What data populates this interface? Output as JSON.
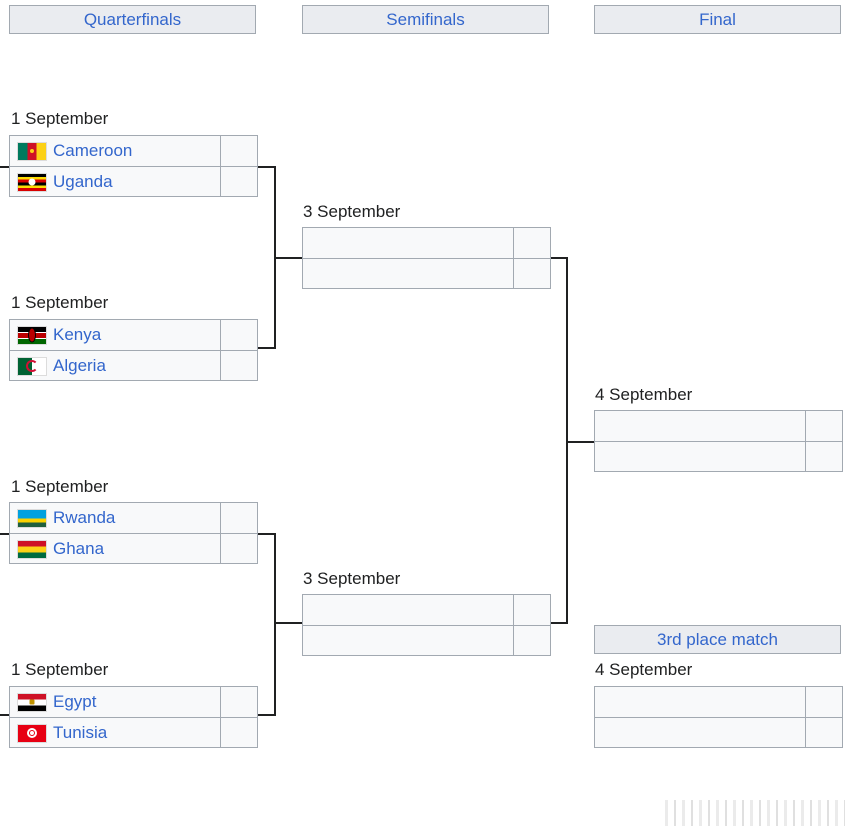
{
  "rounds": {
    "quarterfinals": "Quarterfinals",
    "semifinals": "Semifinals",
    "final": "Final",
    "third_place": "3rd place match"
  },
  "quarterfinals": [
    {
      "date": "1 September",
      "teams": [
        {
          "name": "Cameroon",
          "flag": "cameroon-flag-icon",
          "score": ""
        },
        {
          "name": "Uganda",
          "flag": "uganda-flag-icon",
          "score": ""
        }
      ]
    },
    {
      "date": "1 September",
      "teams": [
        {
          "name": "Kenya",
          "flag": "kenya-flag-icon",
          "score": ""
        },
        {
          "name": "Algeria",
          "flag": "algeria-flag-icon",
          "score": ""
        }
      ]
    },
    {
      "date": "1 September",
      "teams": [
        {
          "name": "Rwanda",
          "flag": "rwanda-flag-icon",
          "score": ""
        },
        {
          "name": "Ghana",
          "flag": "ghana-flag-icon",
          "score": ""
        }
      ]
    },
    {
      "date": "1 September",
      "teams": [
        {
          "name": "Egypt",
          "flag": "egypt-flag-icon",
          "score": ""
        },
        {
          "name": "Tunisia",
          "flag": "tunisia-flag-icon",
          "score": ""
        }
      ]
    }
  ],
  "semifinals": [
    {
      "date": "3 September",
      "teams": [
        {
          "name": "",
          "score": ""
        },
        {
          "name": "",
          "score": ""
        }
      ]
    },
    {
      "date": "3 September",
      "teams": [
        {
          "name": "",
          "score": ""
        },
        {
          "name": "",
          "score": ""
        }
      ]
    }
  ],
  "final": {
    "date": "4 September",
    "teams": [
      {
        "name": "",
        "score": ""
      },
      {
        "name": "",
        "score": ""
      }
    ]
  },
  "third_place": {
    "date": "4 September",
    "teams": [
      {
        "name": "",
        "score": ""
      },
      {
        "name": "",
        "score": ""
      }
    ]
  },
  "colors": {
    "header_bg": "#eaecf0",
    "cell_bg": "#f8f9fa",
    "border": "#a2a9b1",
    "link": "#3366cc",
    "text": "#202122"
  }
}
